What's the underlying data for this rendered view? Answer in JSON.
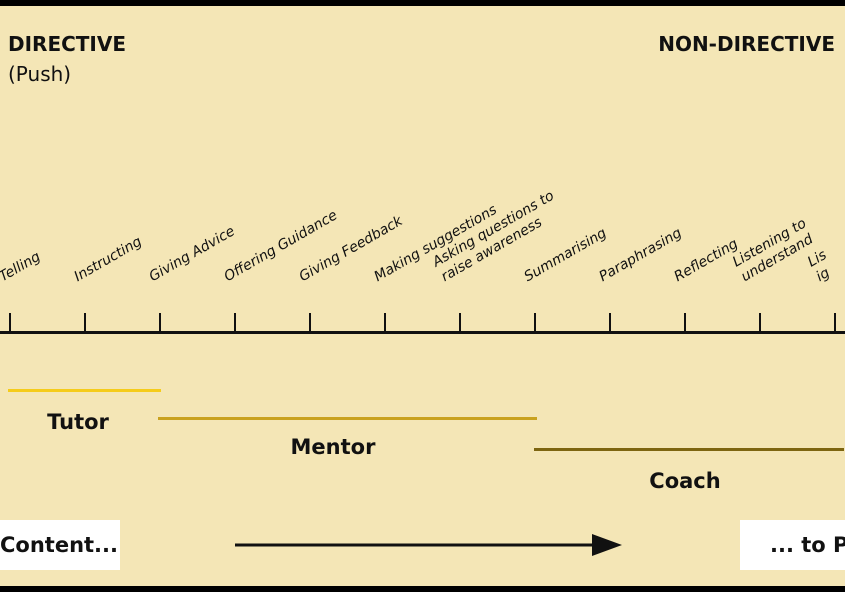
{
  "header": {
    "left_title": "DIRECTIVE",
    "left_subtitle": "(Push)",
    "right_title": "NON-DIRECTIVE"
  },
  "skills": [
    {
      "lines": [
        "Telling"
      ]
    },
    {
      "lines": [
        "Instructing"
      ]
    },
    {
      "lines": [
        "Giving Advice"
      ]
    },
    {
      "lines": [
        "Offering Guidance"
      ]
    },
    {
      "lines": [
        "Giving Feedback"
      ]
    },
    {
      "lines": [
        "Making suggestions"
      ]
    },
    {
      "lines": [
        "Asking questions to",
        "raise awareness"
      ]
    },
    {
      "lines": [
        "Summarising"
      ]
    },
    {
      "lines": [
        "Paraphrasing"
      ]
    },
    {
      "lines": [
        "Reflecting"
      ]
    },
    {
      "lines": [
        "Listening to",
        "understand"
      ]
    },
    {
      "lines": [
        "Lis",
        "ig"
      ]
    }
  ],
  "roles": [
    {
      "label": "Tutor",
      "color": "#f5cc1a"
    },
    {
      "label": "Mentor",
      "color": "#c9a21f"
    },
    {
      "label": "Coach",
      "color": "#7d6510"
    }
  ],
  "footer": {
    "left": "Content...",
    "right": "... to P"
  }
}
